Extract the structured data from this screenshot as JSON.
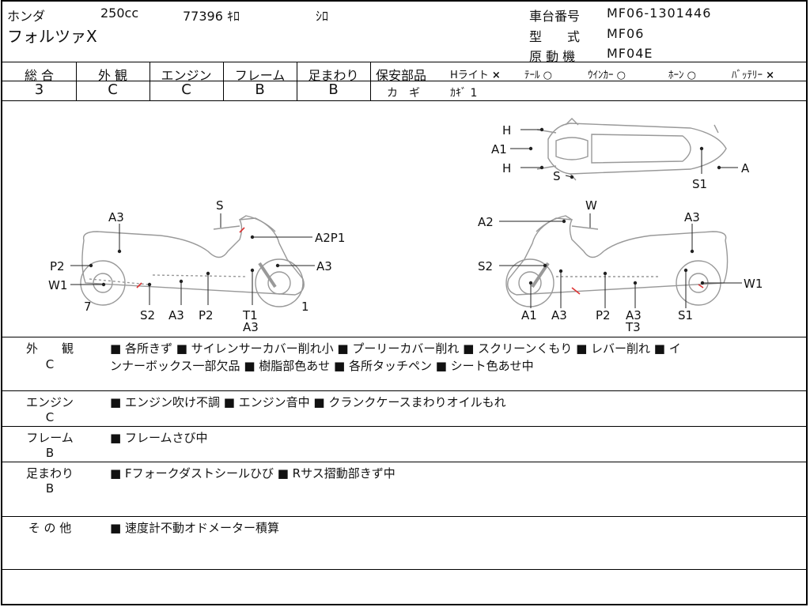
{
  "header": {
    "maker": "ホンダ",
    "displacement": "250cc",
    "mileage": "77396 ｷﾛ",
    "color": "ｼﾛ",
    "model_name": "フォルツァX",
    "frame_no_label": "車台番号",
    "frame_no": "MF06-1301446",
    "type_label": "型　　式",
    "type_value": "MF06",
    "engine_label": "原 動 機",
    "engine_value": "MF04E"
  },
  "grades": [
    {
      "label": "総 合",
      "value": "3"
    },
    {
      "label": "外 観",
      "value": "C"
    },
    {
      "label": "エンジン",
      "value": "C"
    },
    {
      "label": "フレーム",
      "value": "B"
    },
    {
      "label": "足まわり",
      "value": "B"
    }
  ],
  "safety": {
    "label": "保安部品",
    "items": [
      {
        "name": "Hライト",
        "mark": "×"
      },
      {
        "name": "ﾃｰﾙ",
        "mark": "○"
      },
      {
        "name": "ｳｲﾝｶｰ",
        "mark": "○"
      },
      {
        "name": "ﾎｰﾝ",
        "mark": "○"
      },
      {
        "name": "ﾊﾞｯﾃﾘｰ",
        "mark": "×"
      }
    ],
    "key_label": "カ　ギ",
    "key_value": "ｶｷﾞ 1"
  },
  "diagram": {
    "top_view": {
      "labels": [
        "H",
        "A1",
        "H",
        "S",
        "S1",
        "A"
      ]
    },
    "left_view": {
      "labels": [
        "A3",
        "S",
        "A2P1",
        "P2",
        "A3",
        "W1",
        "7",
        "S2",
        "A3",
        "P2",
        "T1",
        "A3",
        "1"
      ]
    },
    "right_view": {
      "labels": [
        "A2",
        "W",
        "A3",
        "S2",
        "W1",
        "A1",
        "A3",
        "P2",
        "A3",
        "T3",
        "S1"
      ]
    }
  },
  "notes": [
    {
      "label": "外　　観",
      "grade": "C",
      "text": "■ 各所きず ■ サイレンサーカバー削れ小 ■ プーリーカバー削れ ■ スクリーンくもり ■ レバー削れ ■ イ",
      "text2": "ンナーボックス一部欠品 ■ 樹脂部色あせ ■ 各所タッチペン ■ シート色あせ中"
    },
    {
      "label": "エンジン",
      "grade": "C",
      "text": "■ エンジン吹け不調 ■ エンジン音中 ■ クランクケースまわりオイルもれ",
      "text2": ""
    },
    {
      "label": "フレーム",
      "grade": "B",
      "text": "■ フレームさび中",
      "text2": ""
    },
    {
      "label": "足まわり",
      "grade": "B",
      "text": "■ Fフォークダストシールひび ■ Rサス摺動部きず中",
      "text2": ""
    },
    {
      "label": "そ の 他",
      "grade": "",
      "text": "■ 速度計不動オドメーター積算",
      "text2": ""
    }
  ]
}
